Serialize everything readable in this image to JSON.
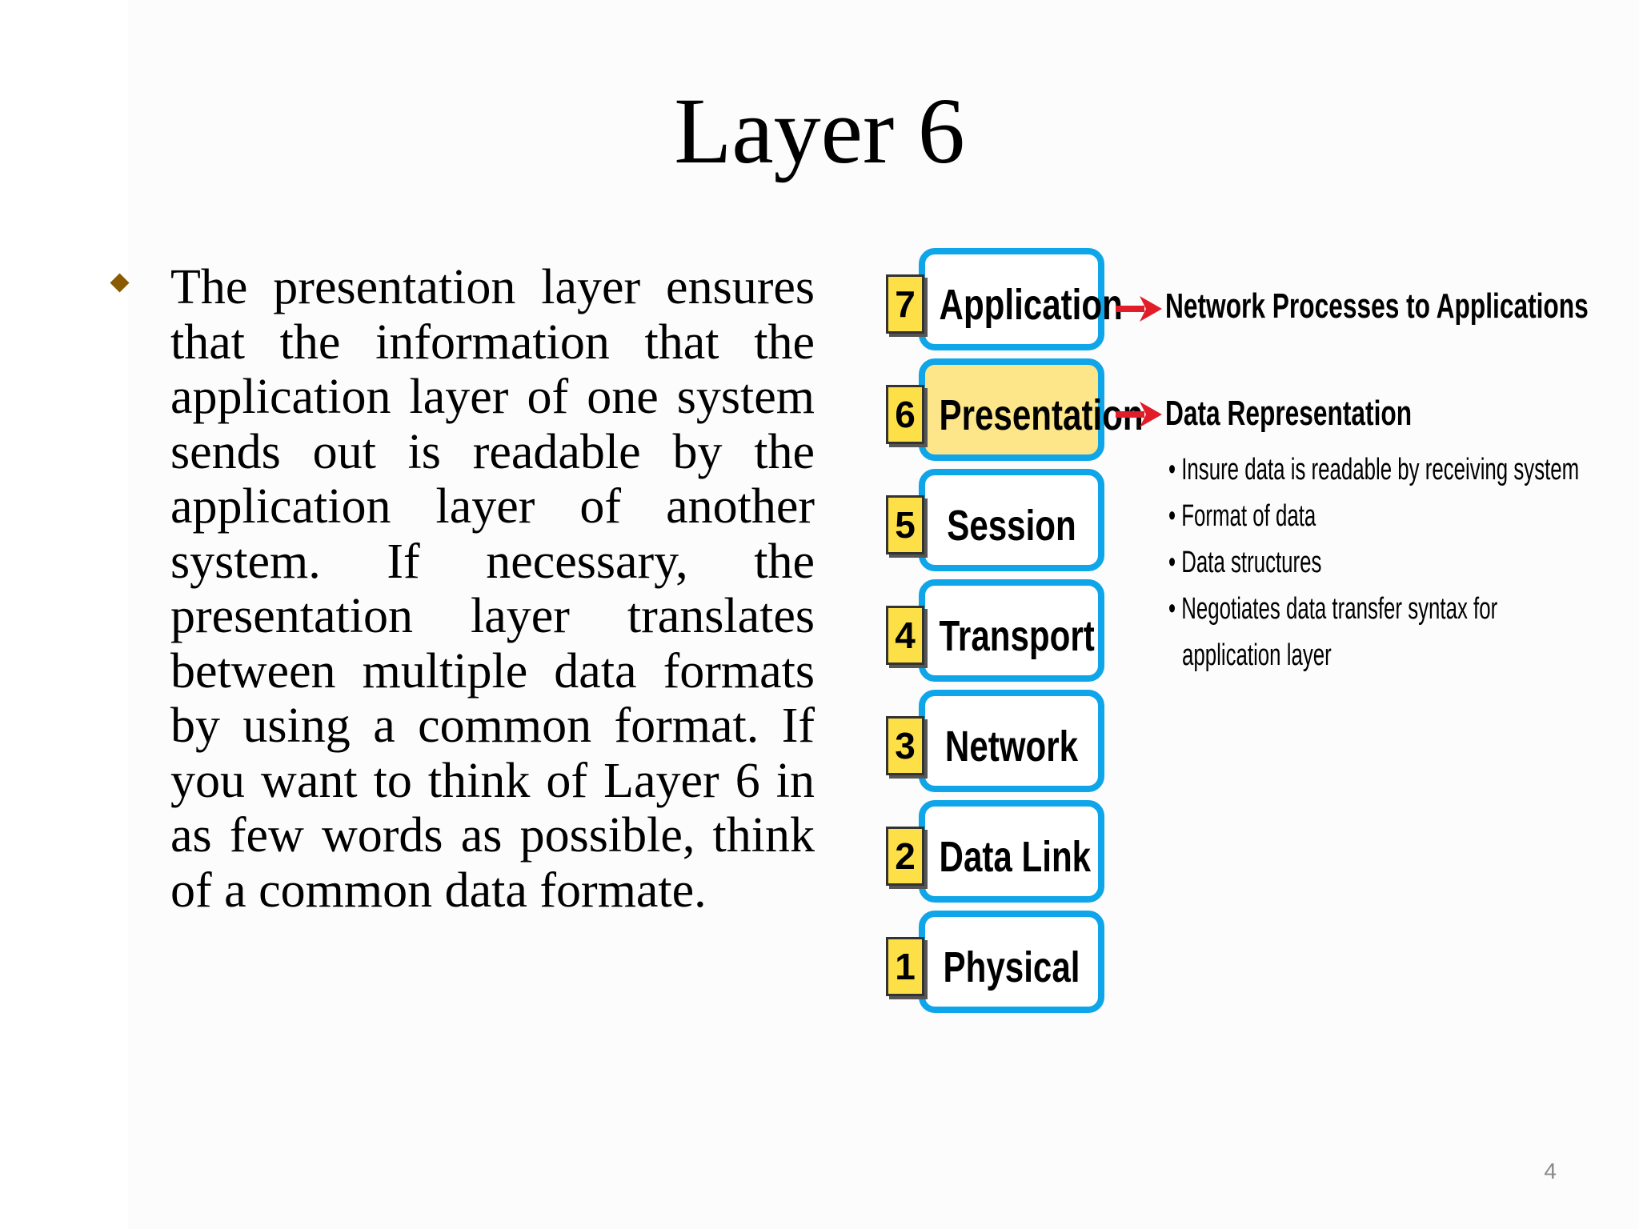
{
  "slide": {
    "title": "Layer 6",
    "body": "The presentation layer ensures that the information that the application layer of one system sends out is readable by the application layer of another system. If necessary, the presentation layer translates between multiple data formats by using a common format. If you want to think of Layer 6 in as few words as possible, think of a common data formate.",
    "page_number": "4"
  },
  "osi": {
    "layers": [
      {
        "num": "7",
        "name": "Application"
      },
      {
        "num": "6",
        "name": "Presentation"
      },
      {
        "num": "5",
        "name": "Session"
      },
      {
        "num": "4",
        "name": "Transport"
      },
      {
        "num": "3",
        "name": "Network"
      },
      {
        "num": "2",
        "name": "Data Link"
      },
      {
        "num": "1",
        "name": "Physical"
      }
    ],
    "layer7_desc": "Network Processes to Applications",
    "layer6_desc": "Data Representation",
    "layer6_points": [
      "Insure data is readable by receiving system",
      "Format of data",
      "Data structures",
      "Negotiates data transfer syntax for",
      "application layer"
    ],
    "colors": {
      "border": "#0ea5e9",
      "highlight": "#fde68a",
      "number_bg": "#fde047",
      "arrow": "#e11d2a",
      "bullet": "#8a5a00"
    }
  }
}
